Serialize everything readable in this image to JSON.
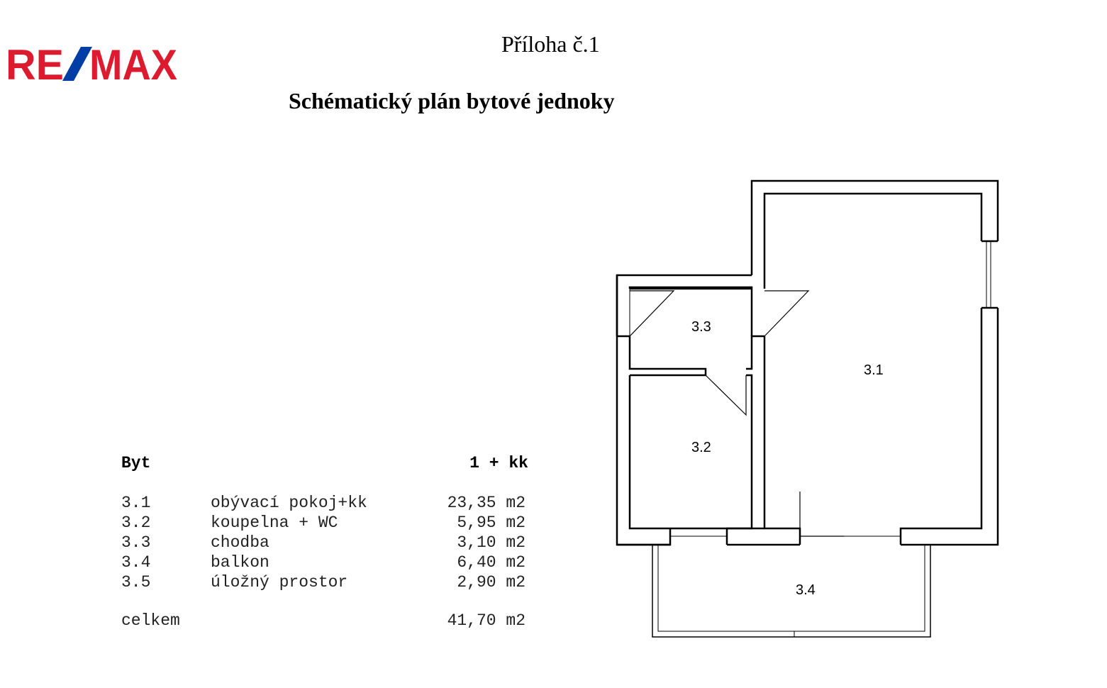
{
  "logo": {
    "text": "RE/MAX",
    "colors": {
      "red": "#dc1c2e",
      "blue": "#003da5"
    }
  },
  "header": {
    "annex": "Příloha č.1",
    "title": "Schématický plán bytové jednoky"
  },
  "unit": {
    "label": "Byt",
    "type": "1 + kk",
    "rooms": [
      {
        "num": "3.1",
        "name": "obývací pokoj+kk",
        "area": "23,35 m2"
      },
      {
        "num": "3.2",
        "name": "koupelna + WC",
        "area": "5,95 m2"
      },
      {
        "num": "3.3",
        "name": "chodba",
        "area": "3,10 m2"
      },
      {
        "num": "3.4",
        "name": "balkon",
        "area": "6,40 m2"
      },
      {
        "num": "3.5",
        "name": "úložný prostor",
        "area": "2,90 m2"
      }
    ],
    "total": {
      "label": "celkem",
      "area": "41,70 m2"
    }
  },
  "plan": {
    "labels": {
      "r31": "3.1",
      "r32": "3.2",
      "r33": "3.3",
      "r34": "3.4"
    }
  }
}
